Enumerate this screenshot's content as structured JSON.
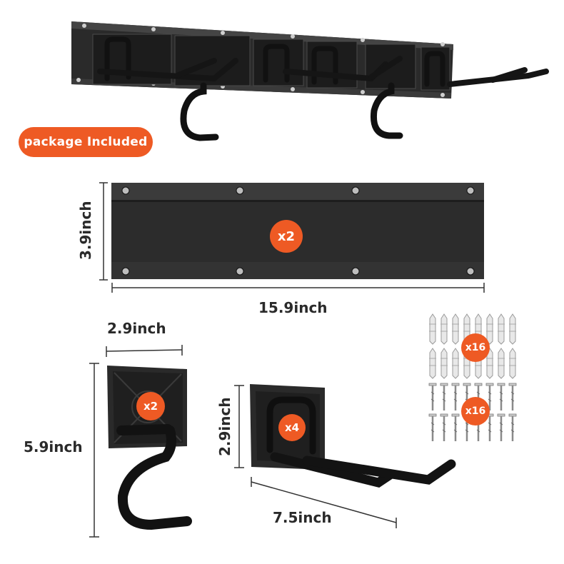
{
  "package_label": "package Included",
  "rail": {
    "quantity": "x2",
    "height": "3.9inch",
    "width": "15.9inch"
  },
  "s_hook": {
    "quantity": "x2",
    "width": "2.9inch",
    "height": "5.9inch"
  },
  "double_hook": {
    "quantity": "x4",
    "height": "2.9inch",
    "length": "7.5inch"
  },
  "hardware": {
    "anchors_quantity": "x16",
    "screws_quantity": "x16"
  },
  "colors": {
    "accent": "#ee5a24",
    "metal": "#2b2b2b",
    "dim_line": "#333333"
  }
}
